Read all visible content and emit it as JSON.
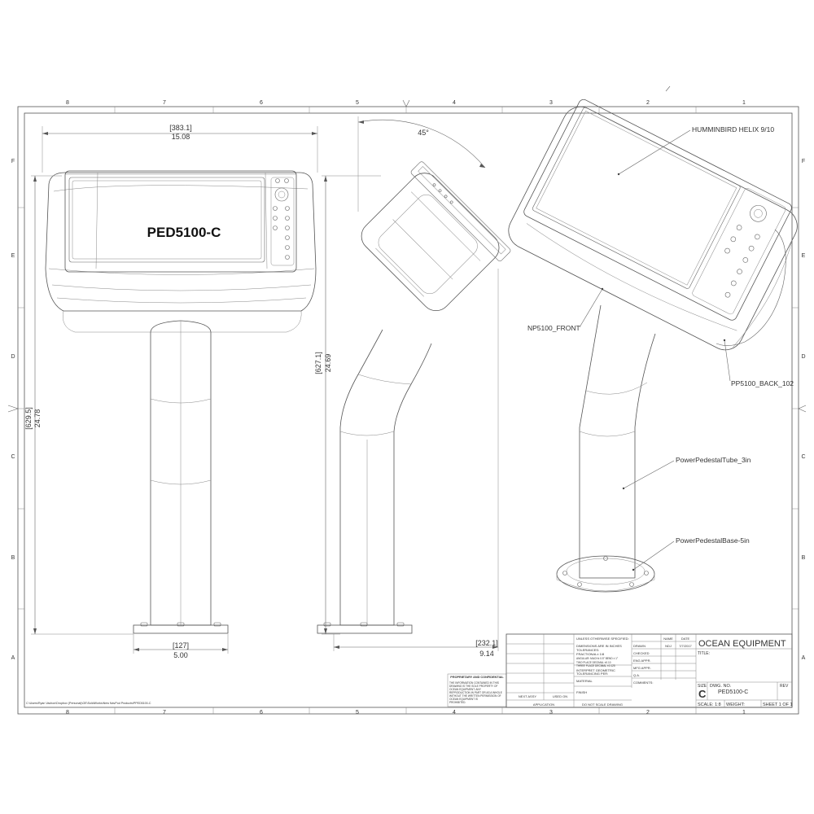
{
  "border": {
    "columns": [
      "8",
      "7",
      "6",
      "5",
      "4",
      "3",
      "2",
      "1"
    ],
    "rows": [
      "F",
      "E",
      "D",
      "C",
      "B",
      "A"
    ]
  },
  "file_path": "C:\\Users\\Ryan Vachon\\Dropbox (Personal)\\OE\\SolidWorks\\New NavPod Products\\PPED5100-C",
  "front_view": {
    "label": "PED5100-C",
    "width_mm": "[383.1]",
    "width_in": "15.08",
    "height_mm": "[629.5]",
    "height_in": "24.78",
    "base_mm": "[127]",
    "base_in": "5.00"
  },
  "side_view": {
    "angle": "45°",
    "height_mm": "[627.1]",
    "height_in": "24.69",
    "depth_mm": "[232.1]",
    "depth_in": "9.14"
  },
  "callouts": {
    "display": "HUMMINBIRD HELIX 9/10",
    "front": "NP5100_FRONT",
    "back": "PP5100_BACK_102",
    "tube": "PowerPedestalTube_3in",
    "base": "PowerPedestalBase-5in"
  },
  "proprietary": {
    "title": "PROPRIETARY AND CONFIDENTIAL",
    "lines": [
      "THE INFORMATION CONTAINED IN THIS",
      "DRAWING IS THE SOLE PROPERTY OF",
      "OCEAN EQUIPMENT.  ANY",
      "REPRODUCTION IN PART OR AS A WHOLE",
      "WITHOUT THE WRITTEN PERMISSION OF",
      "OCEAN EQUIPMENT IS",
      "PROHIBITED."
    ]
  },
  "application_block": {
    "next_assy": "NEXT ASSY",
    "used_on": "USED ON",
    "application": "APPLICATION",
    "do_not_scale": "DO NOT SCALE DRAWING"
  },
  "spec_block": {
    "unless": "UNLESS OTHERWISE SPECIFIED:",
    "dims": "DIMENSIONS ARE IN INCHES",
    "tolerances": "TOLERANCES:",
    "fractional": "FRACTIONAL± 1/8",
    "angular": "ANGULAR: MACH± 0.5° BEND ± 1°",
    "two_place": "TWO PLACE DECIMAL   ±0.10",
    "three_place": "THREE PLACE DECIMAL  ±0.125",
    "interpret": "INTERPRET GEOMETRIC",
    "tolerancing": "TOLERANCING PER:",
    "material": "MATERIAL",
    "finish": "FINISH"
  },
  "signoff": {
    "name_hdr": "NAME",
    "date_hdr": "DATE",
    "drawn": "DRAWN",
    "drawn_by": "NDJ",
    "drawn_date": "7/7/2017",
    "checked": "CHECKED",
    "eng_appr": "ENG APPR.",
    "mfg_appr": "MFG APPR.",
    "qa": "Q.A.",
    "comments": "COMMENTS:"
  },
  "title_block": {
    "company": "OCEAN EQUIPMENT",
    "title_label": "TITLE:",
    "size_label": "SIZE",
    "size": "C",
    "dwg_label": "DWG.  NO.",
    "dwg_no": "PED5100-C",
    "rev_label": "REV",
    "scale": "SCALE: 1:8",
    "weight": "WEIGHT:",
    "sheet": "SHEET 1 OF 1"
  }
}
